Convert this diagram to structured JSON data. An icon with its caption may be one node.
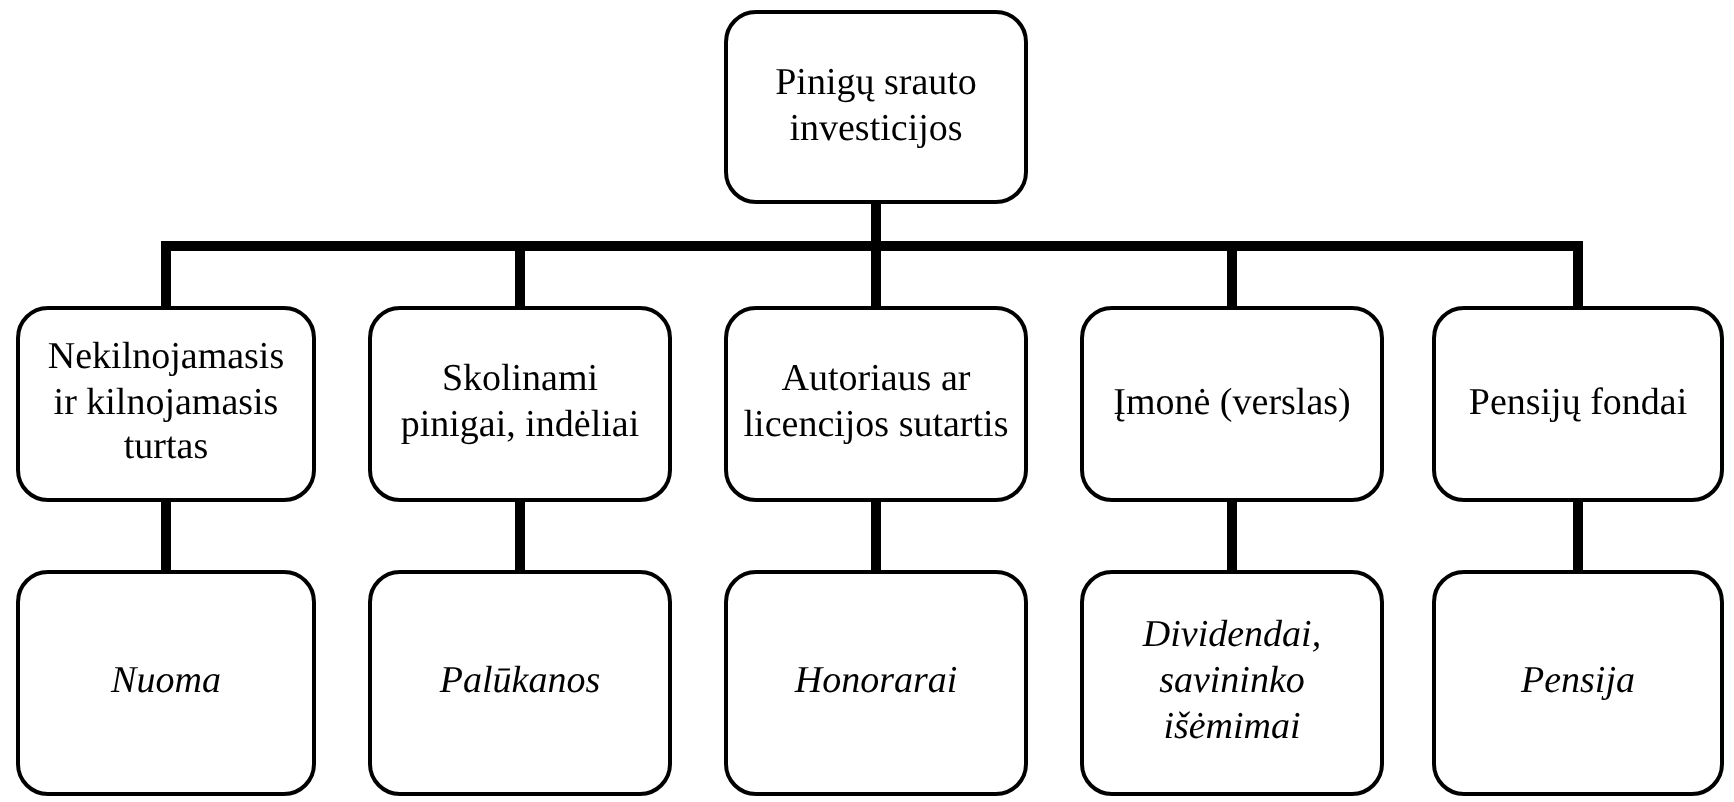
{
  "diagram": {
    "nodes": [
      {
        "text": [
          "Pinigų srauto investicijos"
        ]
      },
      {
        "text": [
          "Nekilnojamasis ir kilnojamasis turtas"
        ]
      },
      {
        "text": [
          "Skolinami pinigai, indėliai"
        ]
      },
      {
        "text": [
          "Autoriaus ar licencijos sutartis"
        ]
      },
      {
        "text": [
          "Įmonė (verslas)"
        ]
      },
      {
        "text": [
          "Pensijų fondai"
        ]
      },
      {
        "text": [
          "Nuoma"
        ]
      },
      {
        "text": [
          "Palūkanos"
        ]
      },
      {
        "text": [
          "Honorarai"
        ]
      },
      {
        "text": [
          "Dividendai, savininko išėmimai"
        ]
      },
      {
        "text": [
          "Pensija"
        ]
      }
    ],
    "edges": [
      {
        "from": 0,
        "to": 1,
        "arrow": "none"
      },
      {
        "from": 0,
        "to": 2,
        "arrow": "none"
      },
      {
        "from": 0,
        "to": 3,
        "arrow": "none"
      },
      {
        "from": 0,
        "to": 4,
        "arrow": "none"
      },
      {
        "from": 0,
        "to": 5,
        "arrow": "none"
      },
      {
        "from": 1,
        "to": 6,
        "arrow": "none"
      },
      {
        "from": 2,
        "to": 7,
        "arrow": "none"
      },
      {
        "from": 3,
        "to": 8,
        "arrow": "none"
      },
      {
        "from": 4,
        "to": 9,
        "arrow": "none"
      },
      {
        "from": 5,
        "to": 10,
        "arrow": "none"
      }
    ]
  }
}
